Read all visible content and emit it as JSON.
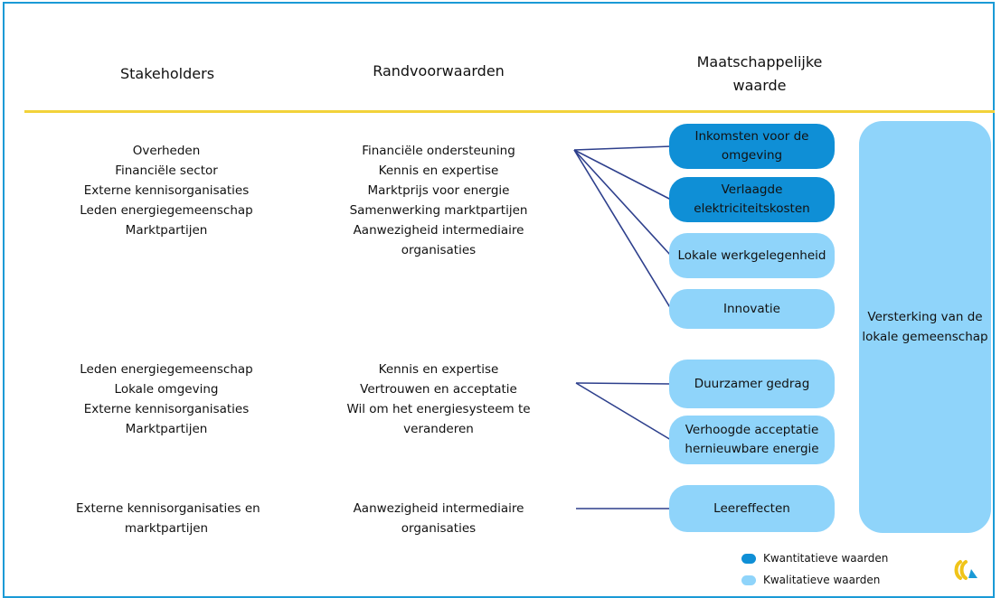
{
  "headers": {
    "stakeholders": "Stakeholders",
    "randvoorwaarden": "Randvoorwaarden",
    "maatschappelijke": [
      "Maatschappelijke",
      "waarde"
    ]
  },
  "groups": [
    {
      "stakeholders": [
        "Overheden",
        "Financiële sector",
        "Externe kennisorganisaties",
        "Leden energiegemeenschap",
        "Marktpartijen"
      ],
      "randvoorwaarden": [
        "Financiële ondersteuning",
        "Kennis en expertise",
        "Marktprijs voor energie",
        "Samenwerking marktpartijen",
        "Aanwezigheid intermediaire",
        "organisaties"
      ]
    },
    {
      "stakeholders": [
        "Leden energiegemeenschap",
        "Lokale omgeving",
        "Externe kennisorganisaties",
        "Marktpartijen"
      ],
      "randvoorwaarden": [
        "Kennis en expertise",
        "Vertrouwen en acceptatie",
        "Wil om het energiesysteem te",
        "veranderen"
      ]
    },
    {
      "stakeholders": [
        "Externe kennisorganisaties en",
        "marktpartijen"
      ],
      "randvoorwaarden": [
        "Aanwezigheid intermediaire",
        "organisaties"
      ]
    }
  ],
  "values": [
    {
      "lines": [
        "Inkomsten voor de",
        "omgeving"
      ],
      "kind": "kwantitatief"
    },
    {
      "lines": [
        "Verlaagde",
        "elektriciteitskosten"
      ],
      "kind": "kwantitatief"
    },
    {
      "lines": [
        "Lokale werkgelegenheid"
      ],
      "kind": "kwalitatief"
    },
    {
      "lines": [
        "Innovatie"
      ],
      "kind": "kwalitatief"
    },
    {
      "lines": [
        "Duurzamer gedrag"
      ],
      "kind": "kwalitatief"
    },
    {
      "lines": [
        "Verhoogde acceptatie",
        "hernieuwbare energie"
      ],
      "kind": "kwalitatief"
    },
    {
      "lines": [
        "Leereffecten"
      ],
      "kind": "kwalitatief"
    }
  ],
  "overall": [
    "Versterking van de",
    "lokale gemeenschap"
  ],
  "legend": {
    "kwantitatief": "Kwantitatieve waarden",
    "kwalitatief": "Kwalitatieve waarden"
  },
  "colors": {
    "kwantitatief": "#0f8fd6",
    "kwalitatief": "#8fd4fa",
    "connector": "#2d3f8c",
    "divider": "#f2d23a",
    "frame": "#1a9ad6"
  },
  "logo": "logo-icon"
}
